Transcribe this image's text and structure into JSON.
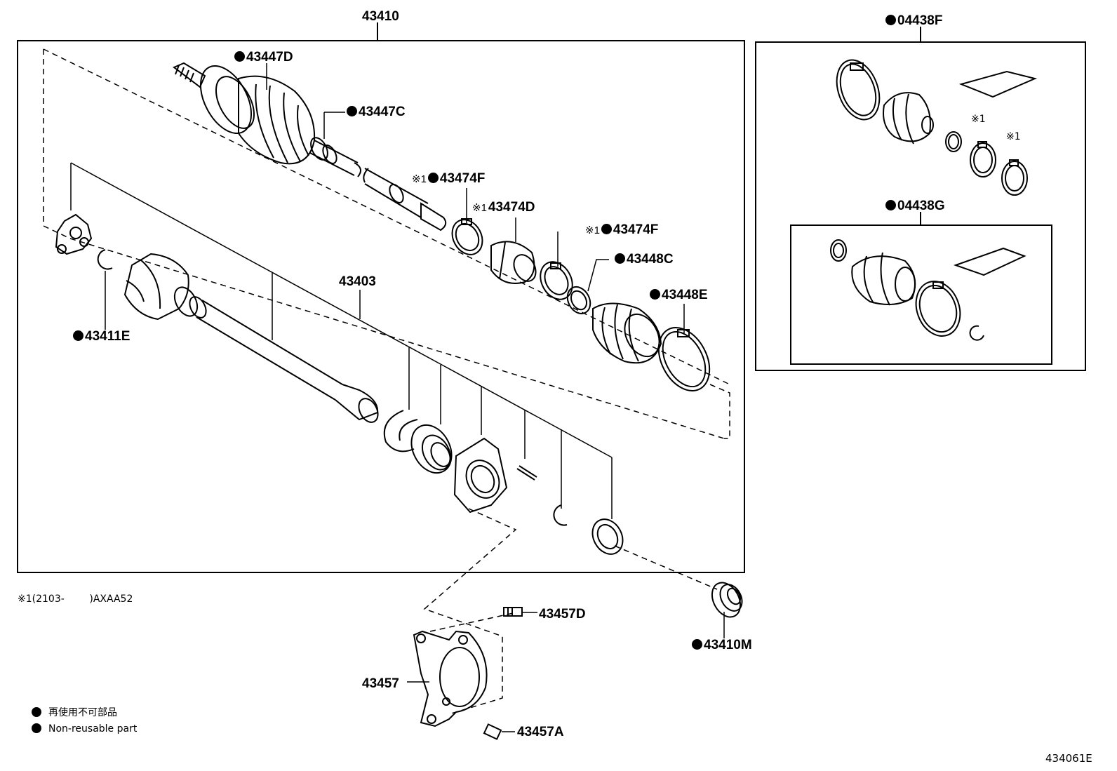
{
  "labels": {
    "p43410": "43410",
    "p43447D": "43447D",
    "p43447C": "43447C",
    "p43474F_a": "43474F",
    "p43474D": "43474D",
    "p43474F_b": "43474F",
    "p43448C": "43448C",
    "p43448E": "43448E",
    "p43403": "43403",
    "p43411E": "43411E",
    "p04438F": "04438F",
    "p04438G": "04438G",
    "p43457D": "43457D",
    "p43457": "43457",
    "p43457A": "43457A",
    "p43410M": "43410M"
  },
  "marks": {
    "note_mark": "※1",
    "kit_mark_a": "※1",
    "kit_mark_b": "※1"
  },
  "note": {
    "mark": "※1",
    "text": "(2103-        )AXAA52"
  },
  "legend": {
    "jp": "再使用不可部品",
    "en": "Non-reusable part"
  },
  "drawing_number": "434061E",
  "colors": {
    "line": "#000000",
    "background": "#ffffff"
  }
}
